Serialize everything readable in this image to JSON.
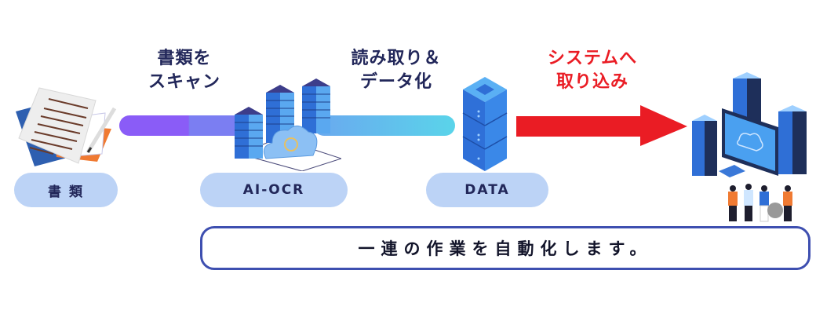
{
  "steps": [
    {
      "caption_line1": "書類を",
      "caption_line2": "スキャン"
    },
    {
      "caption_line1": "読み取り＆",
      "caption_line2": "データ化"
    },
    {
      "caption_line1": "システムへ",
      "caption_line2": "取り込み"
    }
  ],
  "nodes": [
    {
      "label": "書 類",
      "icon": "documents-icon"
    },
    {
      "label": "AI-OCR",
      "icon": "cloud-servers-icon"
    },
    {
      "label": "DATA",
      "icon": "database-server-icon"
    },
    {
      "label": "",
      "icon": "system-team-icon"
    }
  ],
  "summary": "一連の作業を自動化します。",
  "colors": {
    "text_dark": "#22275a",
    "accent_red": "#ea1c24",
    "pill_bg": "#bcd3f6",
    "bar_purple": "#8a63f6",
    "bar_cyan": "#5ad4ea",
    "summary_border": "#3e4fb0"
  }
}
